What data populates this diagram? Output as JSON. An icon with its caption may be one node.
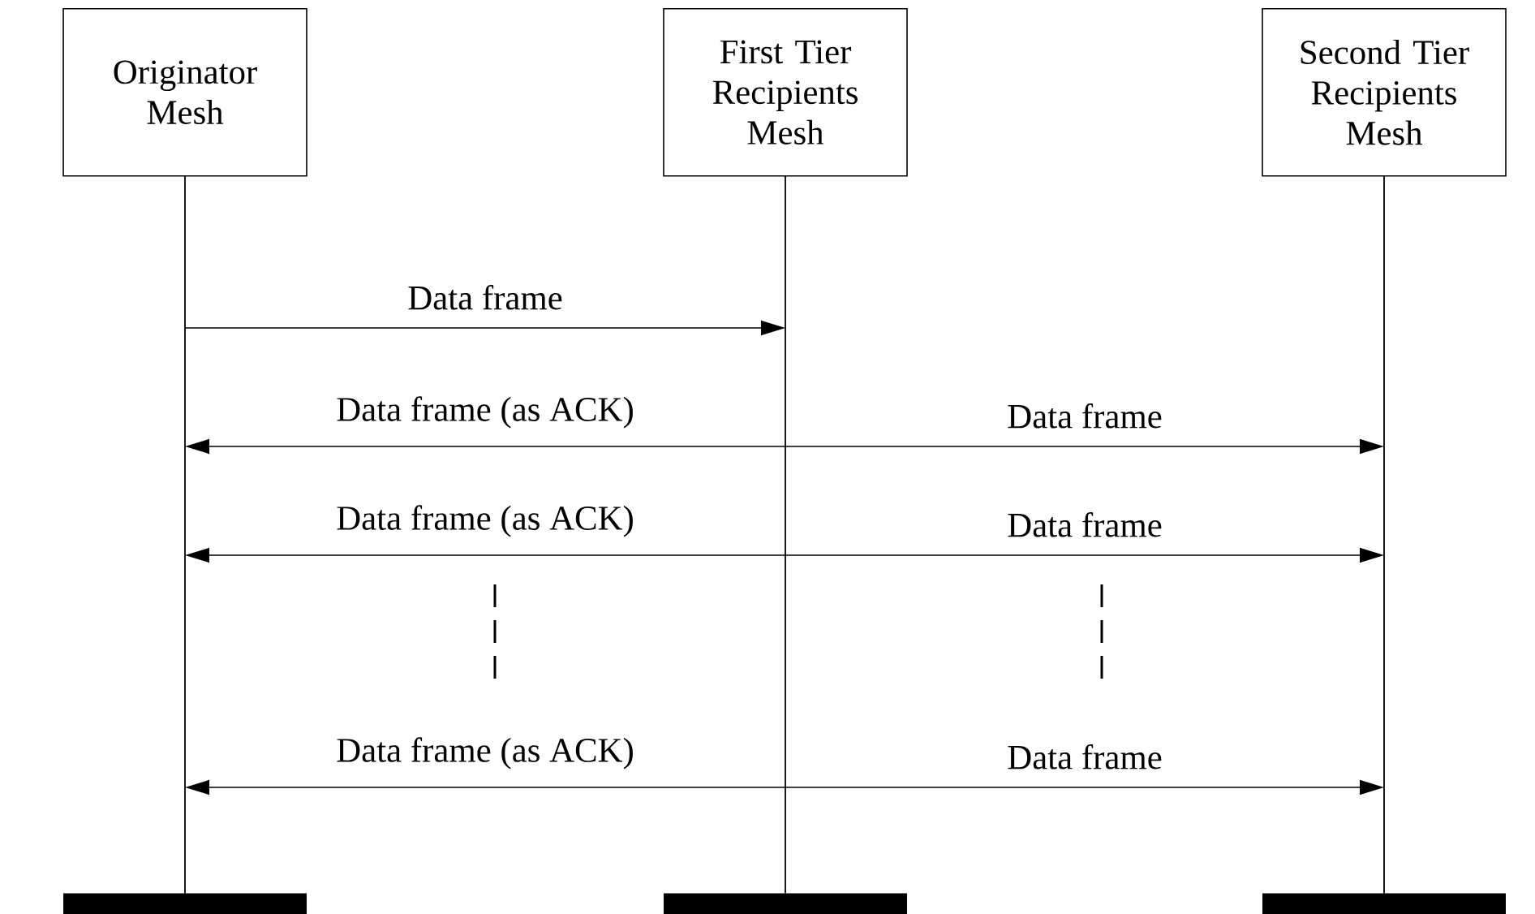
{
  "diagram": {
    "nodes": [
      {
        "text": [
          "Originator Mesh"
        ]
      },
      {
        "text": [
          "First Tier Recipients Mesh"
        ]
      },
      {
        "text": [
          "Second Tier Recipients Mesh"
        ]
      },
      {
        "text": [],
        "shape": "line"
      },
      {
        "text": [],
        "shape": "line"
      },
      {
        "text": [],
        "shape": "line"
      },
      {
        "text": [],
        "shape": "bar"
      },
      {
        "text": [],
        "shape": "bar"
      },
      {
        "text": [],
        "shape": "bar"
      }
    ],
    "edges": [
      {
        "from": 3,
        "to": 4,
        "arrow": "to",
        "label": "Data frame"
      },
      {
        "from": 4,
        "to": 3,
        "arrow": "to",
        "label": "Data frame (as ACK)"
      },
      {
        "from": 4,
        "to": 5,
        "arrow": "to",
        "label": "Data frame"
      },
      {
        "from": 4,
        "to": 3,
        "arrow": "to",
        "label": "Data frame (as ACK)"
      },
      {
        "from": 4,
        "to": 5,
        "arrow": "to",
        "label": "Data frame"
      },
      {
        "from": 4,
        "to": 3,
        "arrow": "to",
        "label": "Data frame (as ACK)"
      },
      {
        "from": 4,
        "to": 5,
        "arrow": "to",
        "label": "Data frame"
      }
    ]
  }
}
